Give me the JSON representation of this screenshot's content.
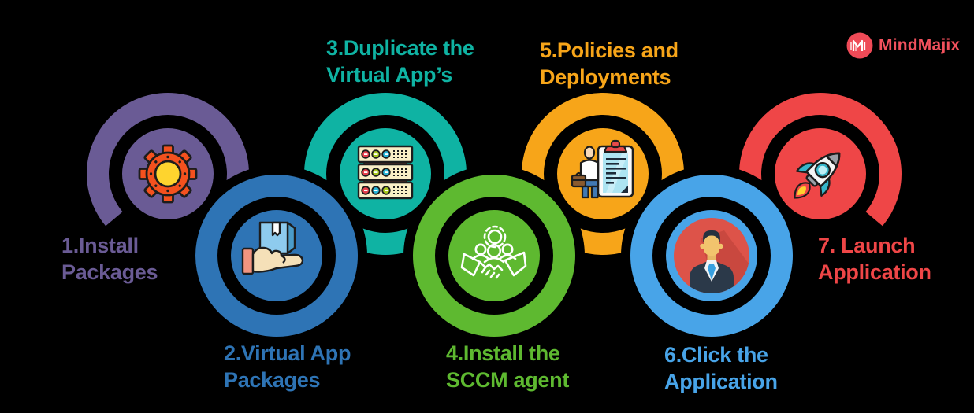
{
  "background_color": "#000000",
  "brand": {
    "name": "MindMajix",
    "monogram": "M",
    "badge_color": "#ef4a57",
    "text_color": "#f2515d"
  },
  "steps": [
    {
      "num": 1,
      "line1": "1.Install",
      "line2": "Packages",
      "color": "#6a5b95",
      "icon": "gear-icon",
      "row": "top"
    },
    {
      "num": 2,
      "line1": "2.Virtual App",
      "line2": "Packages",
      "color": "#2e74b5",
      "icon": "hand-box-icon",
      "row": "bottom"
    },
    {
      "num": 3,
      "line1": "3.Duplicate the",
      "line2": "Virtual App’s",
      "color": "#0fb3a3",
      "icon": "server-stack-icon",
      "row": "top"
    },
    {
      "num": 4,
      "line1": "4.Install the",
      "line2": "SCCM agent",
      "color": "#5eb930",
      "icon": "handshake-icon",
      "row": "bottom"
    },
    {
      "num": 5,
      "line1": "5.Policies and",
      "line2": "Deployments",
      "color": "#f7a519",
      "icon": "policies-clipboard-icon",
      "row": "top"
    },
    {
      "num": 6,
      "line1": "6.Click the",
      "line2": "Application",
      "color": "#48a4e8",
      "icon": "businessman-avatar-icon",
      "row": "bottom"
    },
    {
      "num": 7,
      "line1": "7. Launch",
      "line2": "Application",
      "color": "#ef4647",
      "icon": "rocket-icon",
      "row": "top"
    }
  ]
}
